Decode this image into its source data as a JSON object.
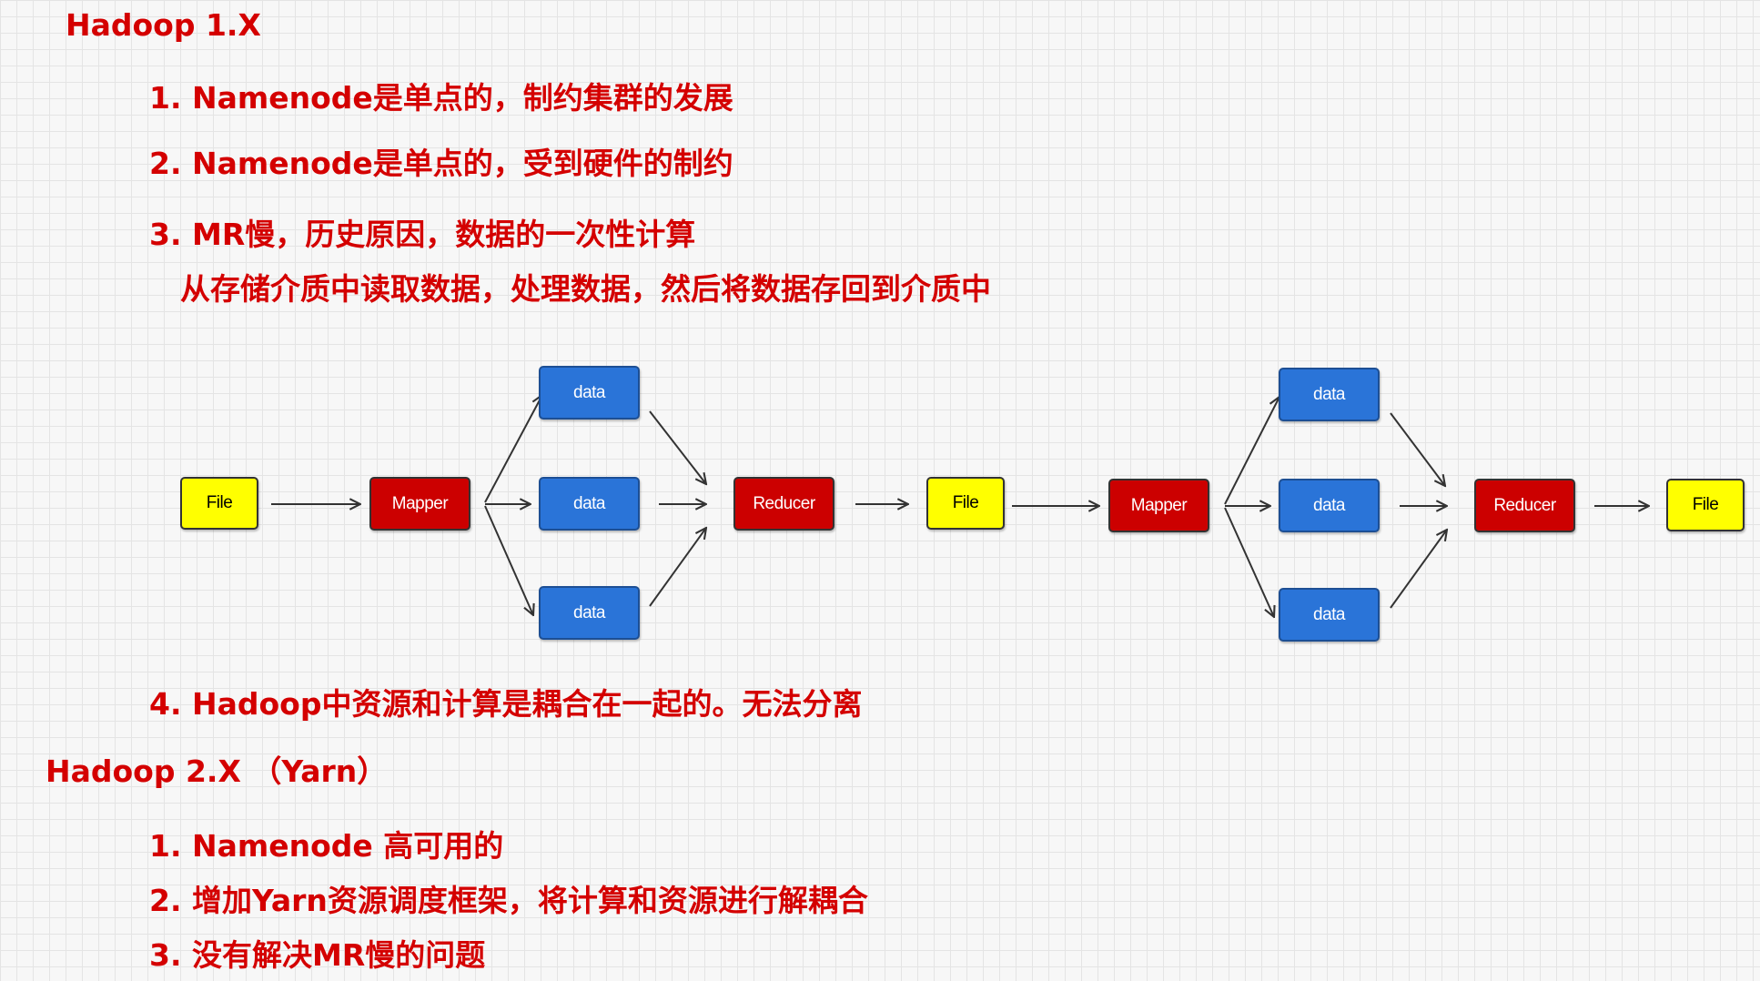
{
  "colors": {
    "text": "#d40000",
    "file_fill": "#ffff00",
    "process_fill": "#cc0000",
    "data_fill": "#2a74d8",
    "arrow": "#333333"
  },
  "notes": {
    "h1x_title": "Hadoop 1.X",
    "h1x_items": [
      "1. Namenode是单点的，制约集群的发展",
      "2. Namenode是单点的，受到硬件的制约",
      "3. MR慢，历史原因，数据的一次性计算",
      "从存储介质中读取数据，处理数据，然后将数据存回到介质中",
      "4. Hadoop中资源和计算是耦合在一起的。无法分离"
    ],
    "h2x_title": "Hadoop 2.X （Yarn）",
    "h2x_items": [
      "1. Namenode 高可用的",
      "2. 增加Yarn资源调度框架，将计算和资源进行解耦合",
      "3. 没有解决MR慢的问题"
    ]
  },
  "flow": {
    "stage1": {
      "file_in": "File",
      "mapper": "Mapper",
      "data": [
        "data",
        "data",
        "data"
      ],
      "reducer": "Reducer",
      "file_out": "File"
    },
    "stage2": {
      "mapper": "Mapper",
      "data": [
        "data",
        "data",
        "data"
      ],
      "reducer": "Reducer",
      "file_out": "File"
    }
  }
}
